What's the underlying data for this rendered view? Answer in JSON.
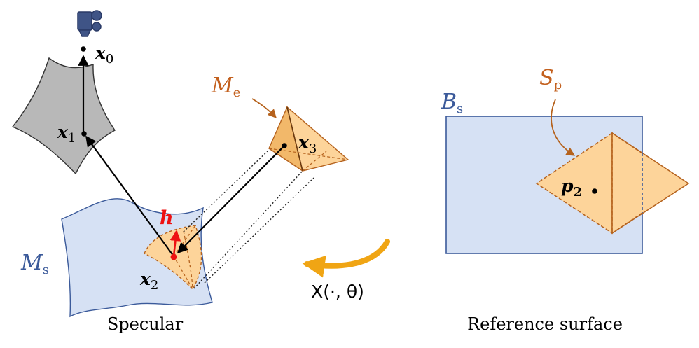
{
  "colors": {
    "blue_fill": "#d6e1f4",
    "blue_stroke": "#3b5a9a",
    "gray_fill": "#b8b8b8",
    "orange_fill": "#fdd49a",
    "orange_dark": "#f2b86a",
    "orange_stroke": "#b5621d",
    "label_orange": "#c3601e",
    "label_blue": "#3b5a9a",
    "arrow_gold": "#f0a514",
    "red": "#ee1111",
    "camera": "#3f5486"
  },
  "icons": {
    "camera": "camera-icon"
  },
  "left_panel": {
    "caption": "Specular",
    "labels": {
      "x0": {
        "base": "x",
        "sub": "0"
      },
      "x1": {
        "base": "x",
        "sub": "1"
      },
      "x2": {
        "base": "x",
        "sub": "2"
      },
      "x3": {
        "base": "x",
        "sub": "3"
      },
      "h": "h",
      "Ms": {
        "base": "M",
        "sub": "s"
      },
      "Me": {
        "base": "M",
        "sub": "e"
      }
    }
  },
  "transform_label": "X(·, θ)",
  "right_panel": {
    "caption": "Reference surface",
    "labels": {
      "Bs": {
        "base": "B",
        "sub": "s"
      },
      "Sp": {
        "base": "S",
        "sub": "p"
      },
      "p2": {
        "base": "p",
        "sub": "2"
      }
    }
  }
}
